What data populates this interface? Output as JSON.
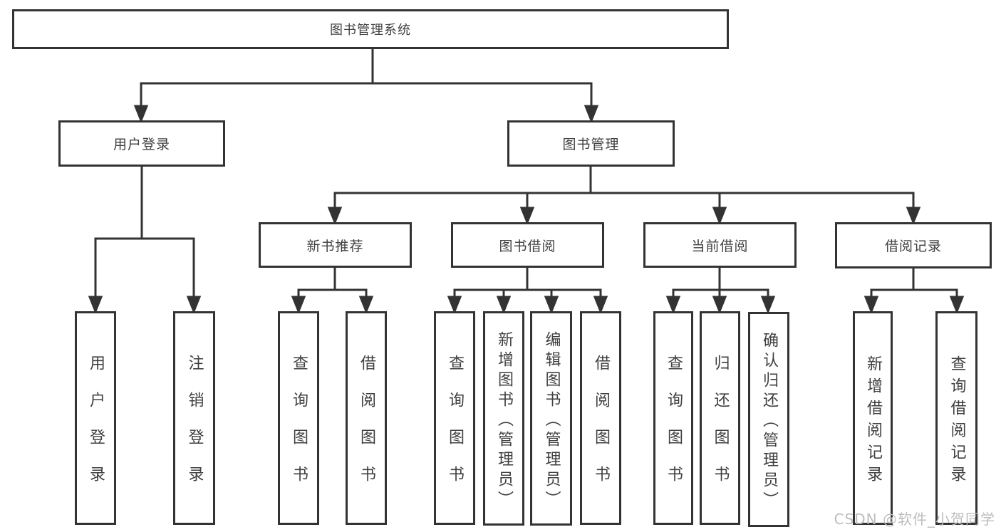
{
  "tree": {
    "root": {
      "label": "图书管理系统"
    },
    "level2": [
      {
        "label": "用户登录",
        "children": [
          {
            "label": "用户登录"
          },
          {
            "label": "注销登录"
          }
        ]
      },
      {
        "label": "图书管理"
      }
    ],
    "level3": [
      {
        "label": "新书推荐",
        "children": [
          {
            "label": "查询图书"
          },
          {
            "label": "借阅图书"
          }
        ]
      },
      {
        "label": "图书借阅",
        "children": [
          {
            "label": "查询图书"
          },
          {
            "label": "新增图书（管理员）"
          },
          {
            "label": "编辑图书（管理员）"
          },
          {
            "label": "借阅图书"
          }
        ]
      },
      {
        "label": "当前借阅",
        "children": [
          {
            "label": "查询图书"
          },
          {
            "label": "归还图书"
          },
          {
            "label": "确认归还（管理员）"
          }
        ]
      },
      {
        "label": "借阅记录",
        "children": [
          {
            "label": "新增借阅记录"
          },
          {
            "label": "查询借阅记录"
          }
        ]
      }
    ]
  },
  "watermark": {
    "text": "CSDN @软件_小贺同学"
  },
  "colors": {
    "line": "#333333",
    "text": "#3f3f3f",
    "background": "#ffffff",
    "watermark": "#bdbdbd"
  }
}
